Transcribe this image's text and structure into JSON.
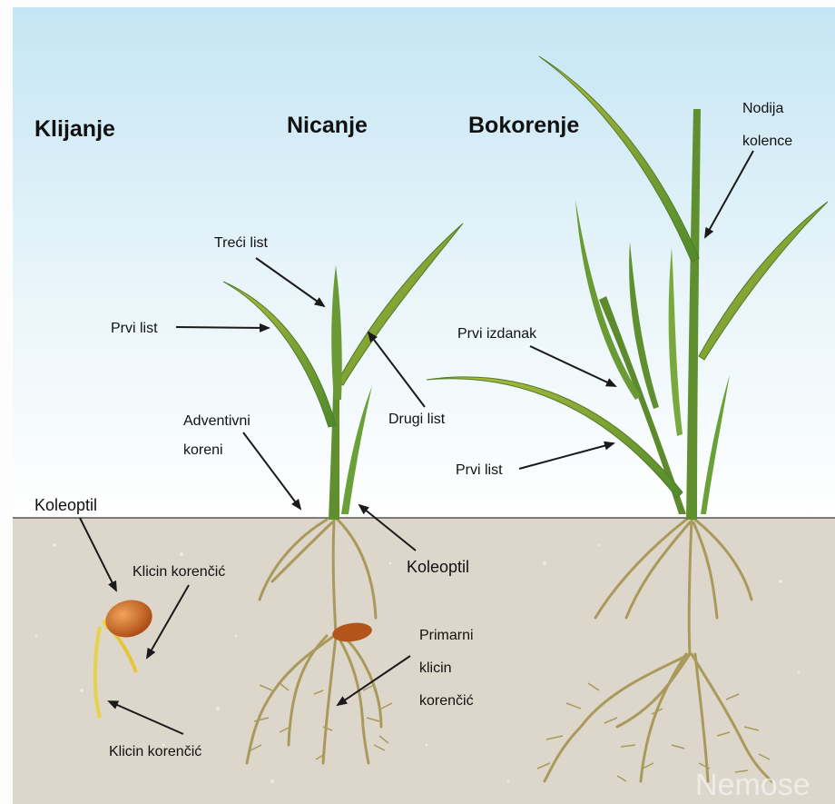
{
  "stages": {
    "germination": "Klijanje",
    "emergence": "Nicanje",
    "tillering": "Bokorenje"
  },
  "labels": {
    "koleoptil_seed": "Koleoptil",
    "klicin_korencic_top": "Klicin korenčić",
    "klicin_korencic_bottom": "Klicin korenčić",
    "treci_list": "Treći list",
    "prvi_list_emergence": "Prvi list",
    "drugi_list": "Drugi list",
    "adventivni_1": "Adventivni",
    "adventivni_2": "koreni",
    "koleoptil_emergence": "Koleoptil",
    "primarni_1": "Primarni",
    "primarni_2": "klicin",
    "primarni_3": "korenčić",
    "nodija_1": "Nodija",
    "nodija_2": "kolence",
    "prvi_izdanak": "Prvi izdanak",
    "prvi_list_tillering": "Prvi list"
  },
  "watermark": "Nemose",
  "colors": {
    "sky_top": "#cfeaf6",
    "sky_bottom": "#ffffff",
    "soil": "#ddd6ca",
    "leaf": "#5f8f2e",
    "leaf_light": "#a9b83a",
    "root": "#a99a5c",
    "seed": "#c9651c",
    "arrow": "#1a1a1a"
  }
}
